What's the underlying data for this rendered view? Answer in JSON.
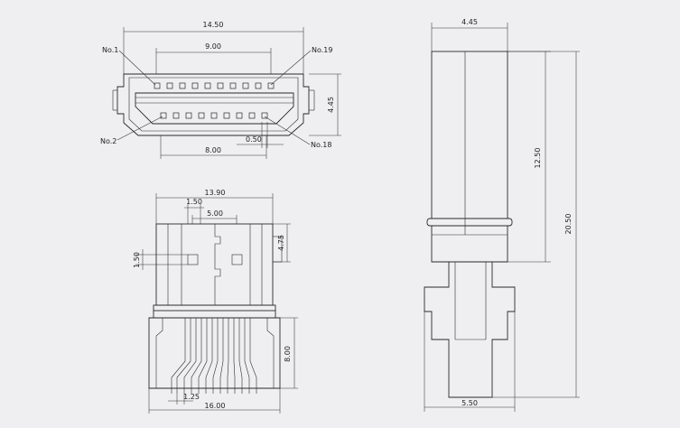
{
  "drawing": {
    "front_view": {
      "width_label": "14.50",
      "pin_span_top_label": "9.00",
      "height_label": "4.45",
      "pin_span_bottom_label": "8.00",
      "pitch_label": "0.50",
      "pin1_label": "No.1",
      "pin2_label": "No.2",
      "pin18_label": "No.18",
      "pin19_label": "No.19"
    },
    "bottom_view": {
      "body_width_label": "13.90",
      "offset_label": "1.50",
      "center_label": "5.00",
      "post_height_label": "4.75",
      "hole_label": "1.50",
      "lead_length_label": "8.00",
      "lead_pitch_label": "1.25",
      "overall_width_label": "16.00"
    },
    "side_view": {
      "width_label": "4.45",
      "upper_height_label": "12.50",
      "total_height_label": "20.50",
      "base_width_label": "5.50"
    }
  }
}
